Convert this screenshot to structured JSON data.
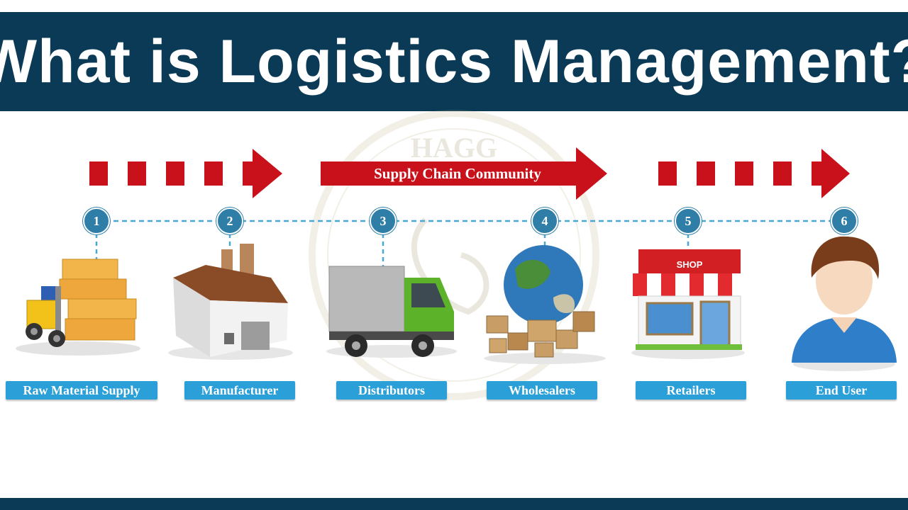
{
  "title": "What is Logistics Management?",
  "watermark": {
    "text": "HAGG"
  },
  "banner": {
    "label": "Supply Chain Community"
  },
  "steps": [
    {
      "number": "1",
      "label": "Raw Material Supply",
      "icon": "forklift-boxes-icon"
    },
    {
      "number": "2",
      "label": "Manufacturer",
      "icon": "factory-icon"
    },
    {
      "number": "3",
      "label": "Distributors",
      "icon": "truck-icon"
    },
    {
      "number": "4",
      "label": "Wholesalers",
      "icon": "globe-boxes-icon"
    },
    {
      "number": "5",
      "label": "Retailers",
      "icon": "shop-icon"
    },
    {
      "number": "6",
      "label": "End User",
      "icon": "user-icon"
    }
  ],
  "shop_sign": "SHOP",
  "colors": {
    "title_bar": "#0b3a56",
    "arrow_red": "#c8111a",
    "label_blue": "#2b9fd8",
    "step_circle": "#2e7ea8"
  }
}
